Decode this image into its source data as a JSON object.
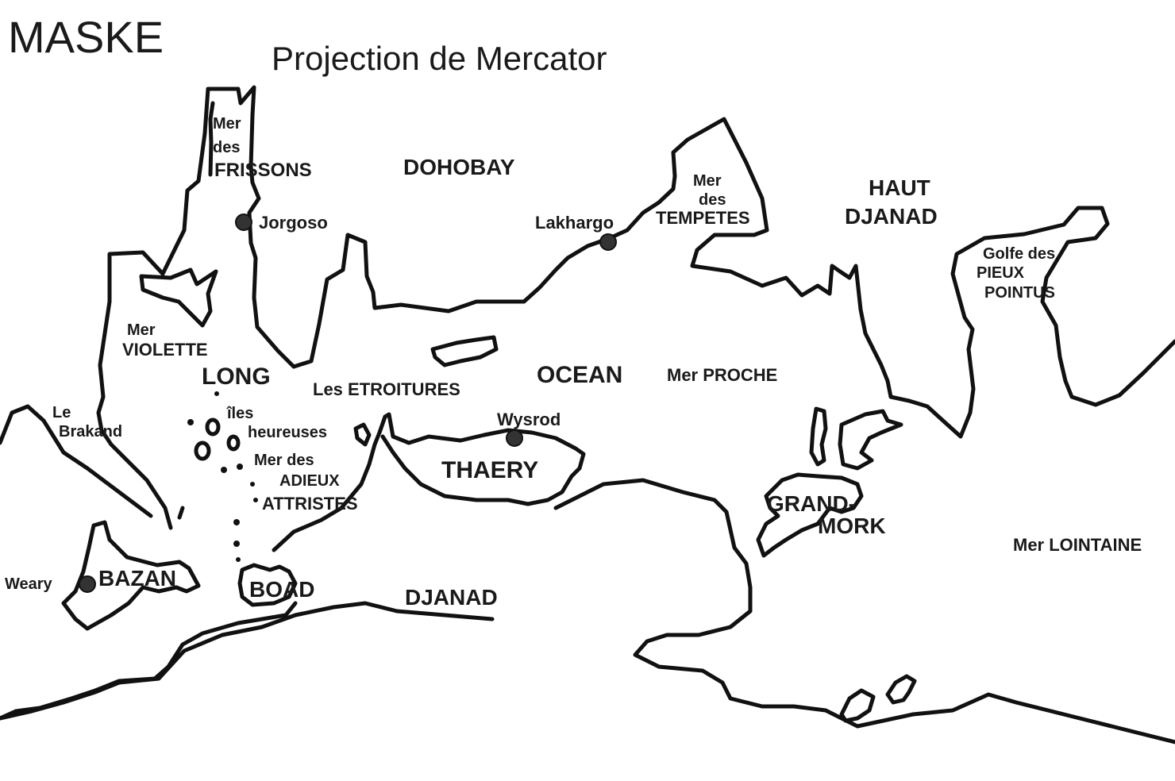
{
  "map": {
    "title": "MASKE",
    "subtitle": "Projection de Mercator",
    "labels": {
      "mer_frissons": [
        "Mer",
        "des",
        "FRISSONS"
      ],
      "dohobay": "DOHOBAY",
      "jorgoso": "Jorgoso",
      "lakhargo": "Lakhargo",
      "mer_tempetes": [
        "Mer",
        "des",
        "TEMPETES"
      ],
      "haut_djanad": [
        "HAUT",
        "DJANAD"
      ],
      "golfe_pieux": [
        "Golfe des",
        "PIEUX",
        "POINTUS"
      ],
      "mer_violette": [
        "Mer",
        "VIOLETTE"
      ],
      "long": "LONG",
      "les_etroitures": "Les ETROITURES",
      "ocean": "OCEAN",
      "mer_proche": "Mer PROCHE",
      "le_brakand": [
        "Le",
        "Brakand"
      ],
      "iles_heureuses": [
        "îles",
        "heureuses"
      ],
      "wysrod": "Wysrod",
      "thaery": "THAERY",
      "mer_adieux": [
        "Mer des",
        "ADIEUX",
        "ATTRISTES"
      ],
      "grand_mork": [
        "GRAND-",
        "MORK"
      ],
      "mer_lointaine": "Mer LOINTAINE",
      "weary": "Weary",
      "bazan": "BAZAN",
      "boad": "BOAD",
      "djanad": "DJANAD"
    }
  }
}
